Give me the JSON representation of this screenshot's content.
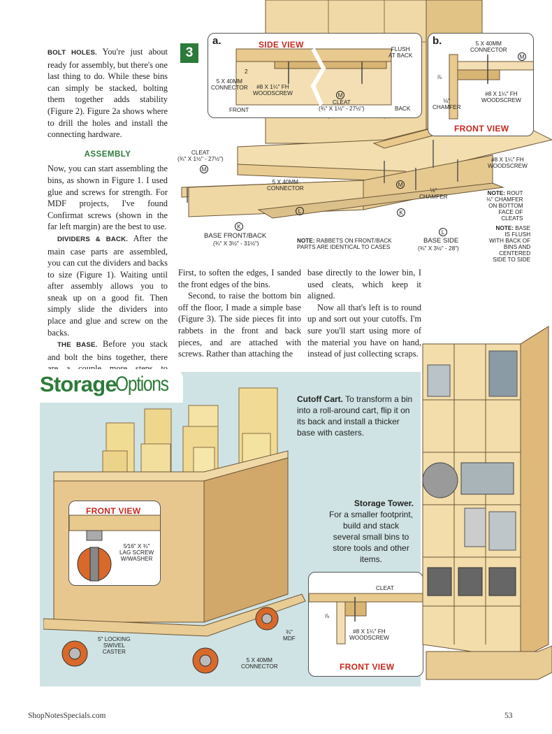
{
  "col1": {
    "p1_runin": "BOLT HOLES.",
    "p1_text": " You're just about ready for assembly, but there's one last thing to do. While these bins can simply be stacked, bolting them together adds stability (Figure 2). Figure 2a shows where to drill the holes and install the connecting hardware.",
    "subhead": "ASSEMBLY",
    "p2_text": "Now, you can start assembling the bins, as shown in Figure 1. I used glue and screws for strength. For MDF projects, I've found Confirmat screws (shown in the far left margin) are the best to use.",
    "p3_runin": "DIVIDERS & BACK.",
    "p3_text": " After the main case parts are assembled, you can cut the dividers and backs to size (Figure 1). Waiting until after assembly allows you to sneak up on a good fit. Then simply slide the dividers into place and glue and screw on the backs.",
    "p4_runin": "THE BASE.",
    "p4_text": " Before you stack and bolt the bins together, there are a couple more steps to complete."
  },
  "col2": {
    "p1": "First, to soften the edges, I sanded the front edges of the bins.",
    "p2": "Second, to raise the bottom bin off the floor, I made a simple base (Figure 3). The side pieces fit into rabbets in the front and back pieces, and are attached with screws. Rather than attaching the"
  },
  "col3": {
    "p1": "base directly to the lower bin, I used cleats, which keep it aligned.",
    "p2": "Now all that's left is to round up and sort out your cutoffs. I'm sure you'll start using more of the material you have on hand, instead of just collecting scraps."
  },
  "figure3": {
    "number": "3",
    "inset_a": {
      "letter": "a.",
      "title": "SIDE VIEW",
      "flush": "FLUSH\nAT BACK",
      "dim": "2",
      "connector": "5 x 40mm\nCONNECTOR",
      "woodscrew": "#8 x 1¼\" Fh\nWOODSCREW",
      "cleat_tag": "M",
      "cleat": "CLEAT\n(¾\" x 1½\" - 27½\")",
      "front": "FRONT",
      "back": "BACK"
    },
    "inset_b": {
      "letter": "b.",
      "connector": "5 x 40mm\nCONNECTOR",
      "tag": "M",
      "dim": "⅞",
      "chamfer": "⅛\"\nCHAMFER",
      "woodscrew": "#8 x 1¼\" Fh\nWOODSCREW",
      "title": "FRONT VIEW"
    },
    "main": {
      "cleat": "CLEAT\n(¾\" x 1½\" - 27½\")",
      "cleat_tag": "M",
      "connector": "5 x 40mm\nCONNECTOR",
      "tag_m2": "M",
      "chamfer": "⅛\"\nCHAMFER",
      "woodscrew": "#8 x 1¼\" Fh\nWOODSCREW",
      "note1_head": "NOTE:",
      "note1": " ROUT\n⅛\" CHAMFER\nON BOTTOM\nFACE OF\nCLEATS",
      "tag_l1": "L",
      "tag_k1": "K",
      "tag_k2": "K",
      "tag_l2": "L",
      "base_front": "BASE FRONT/BACK",
      "base_front_dim": "(¾\" x 3½\" - 31½\")",
      "note2_head": "NOTE:",
      "note2": " RABBETS ON FRONT/BACK\nPARTS ARE IDENTICAL TO CASES",
      "base_side": "BASE SIDE",
      "base_side_dim": "(¾\" x 3½\" - 28\")",
      "note3_head": "NOTE:",
      "note3": " BASE\nIS FLUSH\nWITH BACK OF\nBINS AND\nCENTERED\nSIDE TO SIDE"
    }
  },
  "storage": {
    "title_bold": "Storage",
    "title_light": "Options",
    "cart_head": "Cutoff Cart.",
    "cart_text": " To transform a bin into a roll-around cart, flip it on its back and install a thicker base with casters.",
    "cart_inset_title": "FRONT VIEW",
    "lag_screw": "5⁄16\" x ¾\"\nLAG SCREW\nw/WASHER",
    "caster": "5\" LOCKING\nSWIVEL\nCASTER",
    "mdf": "¾\"\nMDF",
    "connector": "5 x 40mm\nCONNECTOR",
    "tower_head": "Storage Tower.",
    "tower_text": "For a smaller footprint, build and stack several small bins to store tools and other items.",
    "tower_inset_cleat": "CLEAT",
    "tower_inset_dim": "⅞",
    "tower_inset_screw": "#8 x 1¼\" Fh\nWOODSCREW",
    "tower_inset_title": "FRONT VIEW"
  },
  "footer": {
    "site": "ShopNotesSpecials.com",
    "page": "53"
  }
}
